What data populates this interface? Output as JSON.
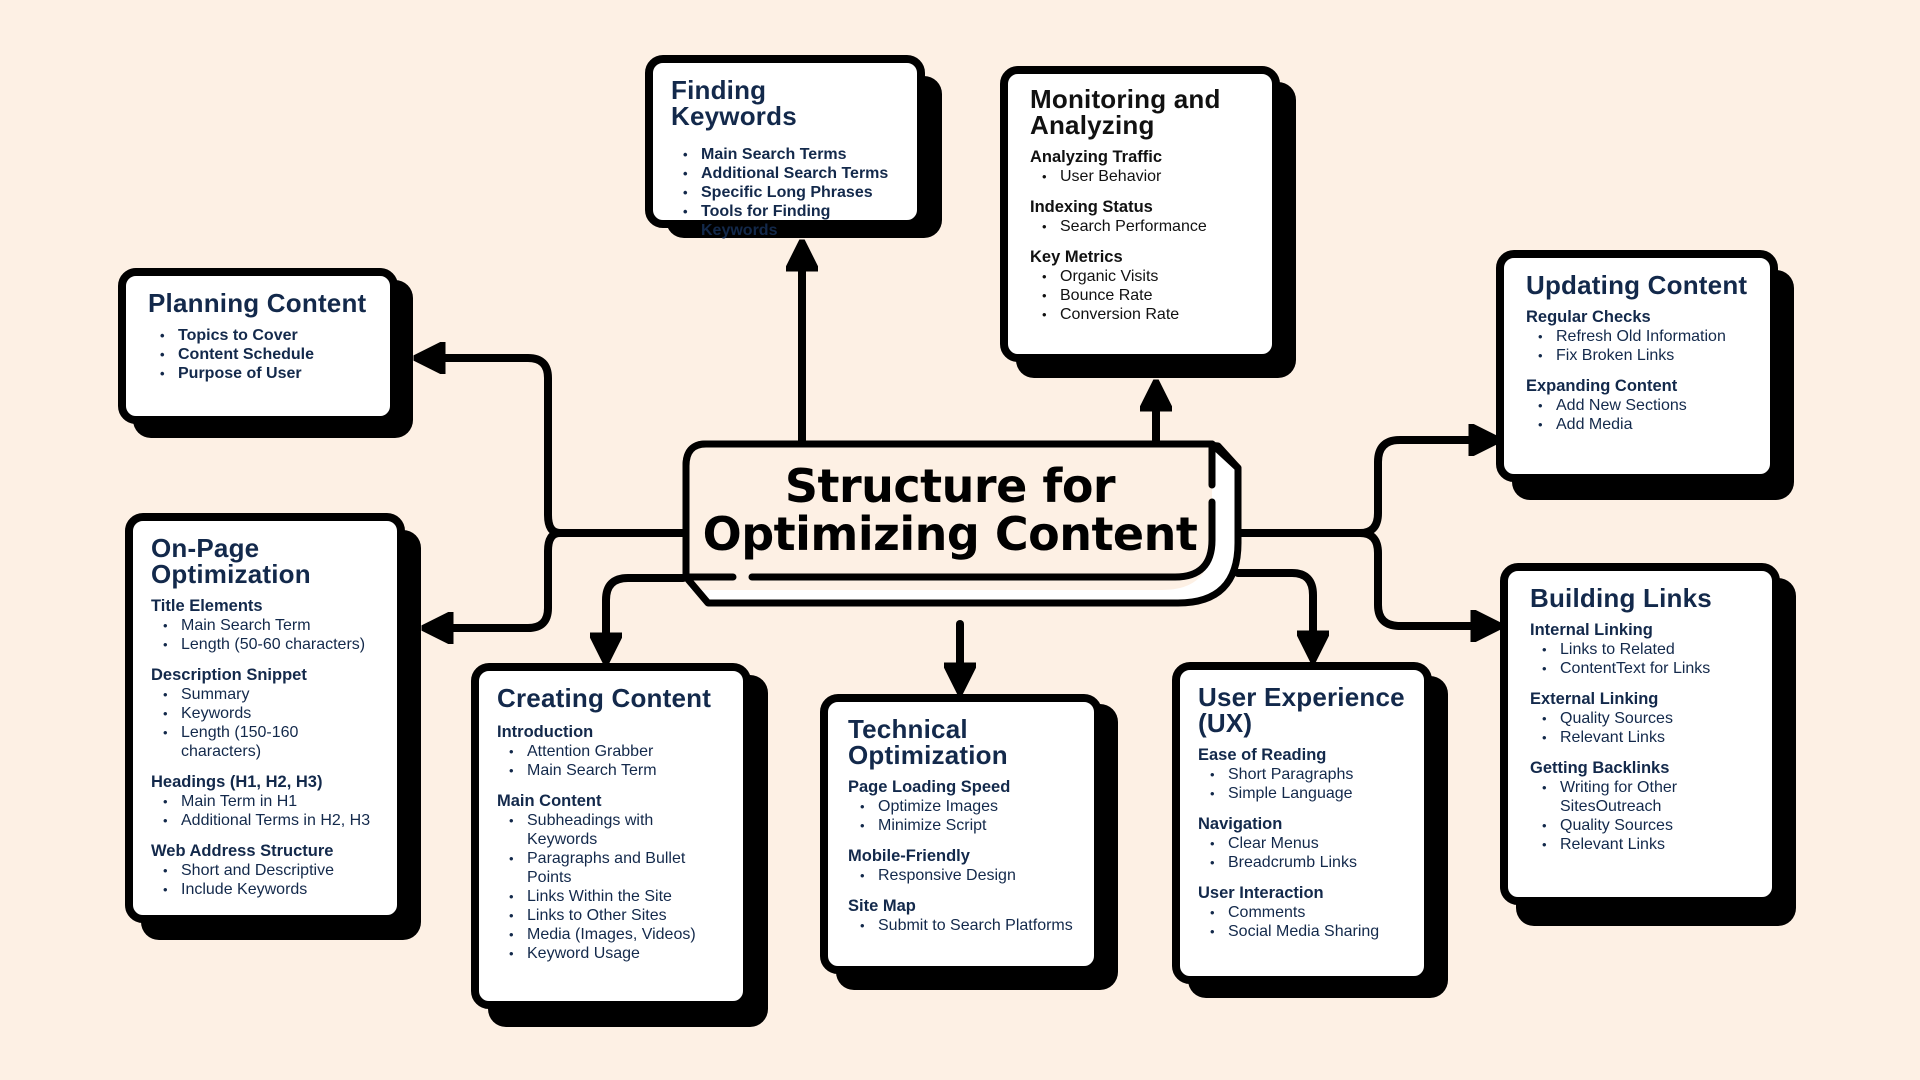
{
  "center": {
    "title_line1": "Structure for",
    "title_line2": "Optimizing Content"
  },
  "colors": {
    "background": "#fdf0e4",
    "text_navy": "#13294b",
    "line": "#000000",
    "card_fill": "#ffffff"
  },
  "nodes": {
    "finding_keywords": {
      "title": "Finding Keywords",
      "items": [
        "Main Search Terms",
        "Additional Search Terms",
        "Specific Long Phrases",
        "Tools for Finding Keywords"
      ]
    },
    "monitoring": {
      "title_line1": "Monitoring and",
      "title_line2": "Analyzing",
      "sections": [
        {
          "heading": "Analyzing Traffic",
          "items": [
            "User Behavior"
          ]
        },
        {
          "heading": "Indexing Status",
          "items": [
            "Search Performance"
          ]
        },
        {
          "heading": "Key Metrics",
          "items": [
            "Organic Visits",
            "Bounce Rate",
            "Conversion Rate"
          ]
        }
      ]
    },
    "planning": {
      "title": "Planning Content",
      "items": [
        "Topics to Cover",
        "Content Schedule",
        "Purpose of User"
      ]
    },
    "updating": {
      "title": "Updating Content",
      "sections": [
        {
          "heading": "Regular Checks",
          "items": [
            "Refresh Old Information",
            "Fix Broken Links"
          ]
        },
        {
          "heading": "Expanding Content",
          "items": [
            "Add New Sections",
            "Add Media"
          ]
        }
      ]
    },
    "on_page": {
      "title_line1": "On-Page",
      "title_line2": "Optimization",
      "sections": [
        {
          "heading": "Title Elements",
          "items": [
            "Main Search Term",
            "Length (50-60 characters)"
          ]
        },
        {
          "heading": "Description Snippet",
          "items": [
            "Summary",
            "Keywords",
            "Length (150-160 characters)"
          ]
        },
        {
          "heading": "Headings (H1, H2, H3)",
          "items": [
            "Main Term in H1",
            "Additional Terms in H2, H3"
          ]
        },
        {
          "heading": "Web Address Structure",
          "items": [
            "Short and Descriptive",
            "Include Keywords"
          ]
        }
      ]
    },
    "creating": {
      "title": "Creating Content",
      "sections": [
        {
          "heading": "Introduction",
          "items": [
            "Attention Grabber",
            "Main Search Term"
          ]
        },
        {
          "heading": "Main Content",
          "items": [
            "Subheadings with Keywords",
            "Paragraphs and Bullet Points",
            "Links Within the Site",
            "Links to Other Sites",
            "Media (Images, Videos)",
            "Keyword Usage"
          ]
        }
      ]
    },
    "technical": {
      "title_line1": "Technical",
      "title_line2": "Optimization",
      "sections": [
        {
          "heading": "Page Loading Speed",
          "items": [
            "Optimize Images",
            "Minimize Script"
          ]
        },
        {
          "heading": "Mobile-Friendly",
          "items": [
            "Responsive Design"
          ]
        },
        {
          "heading": "Site Map",
          "items": [
            "Submit to Search Platforms"
          ]
        }
      ]
    },
    "ux": {
      "title_line1": "User Experience",
      "title_line2": "(UX)",
      "sections": [
        {
          "heading": "Ease of Reading",
          "items": [
            "Short Paragraphs",
            "Simple Language"
          ]
        },
        {
          "heading": "Navigation",
          "items": [
            "Clear Menus",
            "Breadcrumb Links"
          ]
        },
        {
          "heading": "User Interaction",
          "items": [
            "Comments",
            "Social Media Sharing"
          ]
        }
      ]
    },
    "building_links": {
      "title": "Building Links",
      "sections": [
        {
          "heading": "Internal Linking",
          "items": [
            "Links to Related",
            "ContentText for Links"
          ]
        },
        {
          "heading": "External Linking",
          "items": [
            "Quality Sources",
            "Relevant Links"
          ]
        },
        {
          "heading": "Getting Backlinks",
          "items": [
            "Writing for Other SitesOutreach",
            "Quality Sources",
            "Relevant Links"
          ]
        }
      ]
    }
  }
}
